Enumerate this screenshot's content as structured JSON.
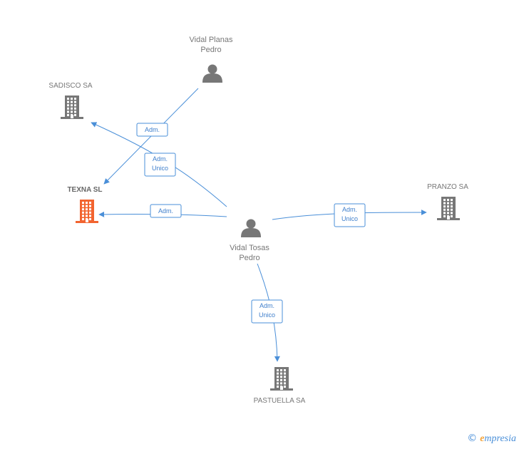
{
  "colors": {
    "edge": "#4a8fd8",
    "company": "#777777",
    "company_focus": "#f26430",
    "person": "#777777"
  },
  "nodes": [
    {
      "id": "vidal-planas",
      "kind": "person",
      "label_lines": [
        "Vidal Planas",
        "Pedro"
      ],
      "icon": "person-icon"
    },
    {
      "id": "sadisco",
      "kind": "company",
      "label_lines": [
        "SADISCO SA"
      ],
      "icon": "building-icon"
    },
    {
      "id": "texna",
      "kind": "company",
      "focus": true,
      "label_lines": [
        "TEXNA SL"
      ],
      "icon": "building-icon"
    },
    {
      "id": "pranzo",
      "kind": "company",
      "label_lines": [
        "PRANZO SA"
      ],
      "icon": "building-icon"
    },
    {
      "id": "vidal-tosas",
      "kind": "person",
      "label_lines": [
        "Vidal Tosas",
        "Pedro"
      ],
      "icon": "person-icon"
    },
    {
      "id": "pastuella",
      "kind": "company",
      "label_lines": [
        "PASTUELLA SA"
      ],
      "icon": "building-icon"
    }
  ],
  "edges": [
    {
      "from": "vidal-planas",
      "to": "texna",
      "label_lines": [
        "Adm."
      ]
    },
    {
      "from": "vidal-tosas",
      "to": "sadisco",
      "label_lines": [
        "Adm.",
        "Unico"
      ]
    },
    {
      "from": "vidal-tosas",
      "to": "texna",
      "label_lines": [
        "Adm."
      ]
    },
    {
      "from": "vidal-tosas",
      "to": "pranzo",
      "label_lines": [
        "Adm.",
        "Unico"
      ]
    },
    {
      "from": "vidal-tosas",
      "to": "pastuella",
      "label_lines": [
        "Adm.",
        "Unico"
      ]
    }
  ],
  "footer": {
    "copyright": "©",
    "brand_first": "e",
    "brand_rest": "mpresia"
  }
}
